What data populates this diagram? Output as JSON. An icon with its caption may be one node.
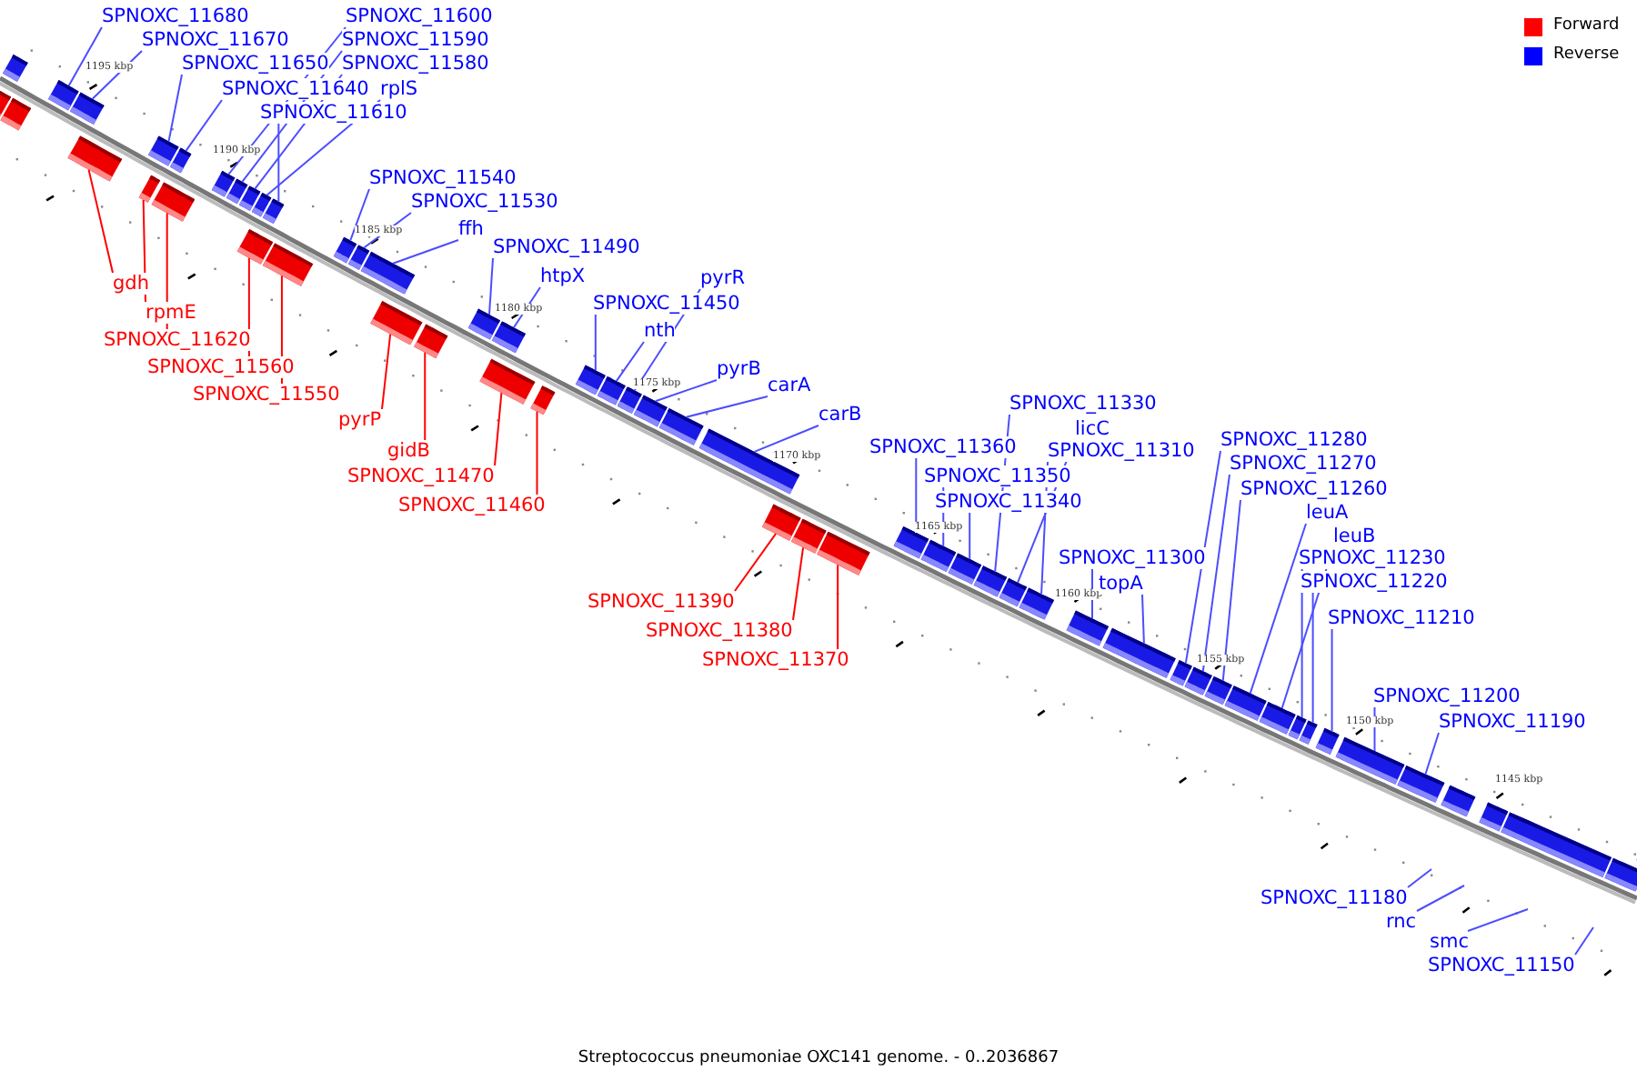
{
  "diagram": {
    "caption": "Streptococcus pneumoniae OXC141 genome. - 0..2036867",
    "nodes": [
      {
        "text": [],
        "shape": "bar"
      },
      {
        "text": [],
        "shape": "bar"
      },
      {
        "text": [],
        "shape": "bar"
      },
      {
        "text": [
          "SPNOXC_11680"
        ]
      },
      {
        "text": [],
        "shape": "bar"
      },
      {
        "text": [
          "SPNOXC_11670"
        ]
      },
      {
        "text": [],
        "shape": "bar"
      },
      {
        "text": [
          "gdh"
        ]
      },
      {
        "text": [],
        "shape": "bar"
      },
      {
        "text": [
          "SPNOXC_11650"
        ]
      },
      {
        "text": [],
        "shape": "bar"
      },
      {
        "text": [
          "rpmE"
        ]
      },
      {
        "text": [],
        "shape": "bar"
      },
      {
        "text": [
          "SPNOXC_11640"
        ]
      },
      {
        "text": [],
        "shape": "bar"
      },
      {
        "text": [
          "SPNOXC_11620"
        ]
      },
      {
        "text": [],
        "shape": "bar"
      },
      {
        "text": [
          "SPNOXC_11600"
        ]
      },
      {
        "text": [],
        "shape": "bar"
      },
      {
        "text": [
          "SPNOXC_11590"
        ]
      },
      {
        "text": [],
        "shape": "bar"
      },
      {
        "text": [
          "SPNOXC_11580"
        ]
      },
      {
        "text": [],
        "shape": "bar"
      },
      {
        "text": [
          "rplS"
        ]
      },
      {
        "text": [],
        "shape": "bar"
      },
      {
        "text": [
          "SPNOXC_11610"
        ]
      },
      {
        "text": [],
        "shape": "bar"
      },
      {
        "text": [
          "SPNOXC_11560"
        ]
      },
      {
        "text": [],
        "shape": "bar"
      },
      {
        "text": [
          "SPNOXC_11550"
        ]
      },
      {
        "text": [],
        "shape": "bar"
      },
      {
        "text": [
          "SPNOXC_11540"
        ]
      },
      {
        "text": [],
        "shape": "bar"
      },
      {
        "text": [
          "SPNOXC_11530"
        ]
      },
      {
        "text": [],
        "shape": "bar"
      },
      {
        "text": [
          "ffh"
        ]
      },
      {
        "text": [],
        "shape": "bar"
      },
      {
        "text": [
          "pyrP"
        ]
      },
      {
        "text": [],
        "shape": "bar"
      },
      {
        "text": [
          "gidB"
        ]
      },
      {
        "text": [],
        "shape": "bar"
      },
      {
        "text": [
          "SPNOXC_11490"
        ]
      },
      {
        "text": [],
        "shape": "bar"
      },
      {
        "text": [
          "htpX"
        ]
      },
      {
        "text": [],
        "shape": "bar"
      },
      {
        "text": [
          "SPNOXC_11470"
        ]
      },
      {
        "text": [],
        "shape": "bar"
      },
      {
        "text": [
          "SPNOXC_11460"
        ]
      },
      {
        "text": [],
        "shape": "bar"
      },
      {
        "text": [
          "SPNOXC_11450"
        ]
      },
      {
        "text": [],
        "shape": "bar"
      },
      {
        "text": [
          "nth"
        ]
      },
      {
        "text": [],
        "shape": "bar"
      },
      {
        "text": [
          "pyrR"
        ]
      },
      {
        "text": [],
        "shape": "bar"
      },
      {
        "text": [
          "pyrB"
        ]
      },
      {
        "text": [],
        "shape": "bar"
      },
      {
        "text": [
          "carA"
        ]
      },
      {
        "text": [],
        "shape": "bar"
      },
      {
        "text": [
          "carB"
        ]
      },
      {
        "text": [],
        "shape": "bar"
      },
      {
        "text": [
          "SPNOXC_11390"
        ]
      },
      {
        "text": [],
        "shape": "bar"
      },
      {
        "text": [
          "SPNOXC_11380"
        ]
      },
      {
        "text": [],
        "shape": "bar"
      },
      {
        "text": [
          "SPNOXC_11370"
        ]
      },
      {
        "text": [],
        "shape": "bar"
      },
      {
        "text": [
          "SPNOXC_11360"
        ]
      },
      {
        "text": [],
        "shape": "bar"
      },
      {
        "text": [
          "SPNOXC_11350"
        ]
      },
      {
        "text": [],
        "shape": "bar"
      },
      {
        "text": [
          "SPNOXC_11340"
        ]
      },
      {
        "text": [],
        "shape": "bar"
      },
      {
        "text": [
          "SPNOXC_11330"
        ]
      },
      {
        "text": [],
        "shape": "bar"
      },
      {
        "text": [
          "licC"
        ]
      },
      {
        "text": [],
        "shape": "bar"
      },
      {
        "text": [
          "SPNOXC_11310"
        ]
      },
      {
        "text": [],
        "shape": "bar"
      },
      {
        "text": [
          "SPNOXC_11300"
        ]
      },
      {
        "text": [],
        "shape": "bar"
      },
      {
        "text": [
          "topA"
        ]
      },
      {
        "text": [],
        "shape": "bar"
      },
      {
        "text": [
          "SPNOXC_11280"
        ]
      },
      {
        "text": [],
        "shape": "bar"
      },
      {
        "text": [
          "SPNOXC_11270"
        ]
      },
      {
        "text": [],
        "shape": "bar"
      },
      {
        "text": [
          "SPNOXC_11260"
        ]
      },
      {
        "text": [],
        "shape": "bar"
      },
      {
        "text": [
          "leuA"
        ]
      },
      {
        "text": [],
        "shape": "bar"
      },
      {
        "text": [
          "leuB"
        ]
      },
      {
        "text": [],
        "shape": "bar"
      },
      {
        "text": [
          "SPNOXC_11230"
        ]
      },
      {
        "text": [],
        "shape": "bar"
      },
      {
        "text": [
          "SPNOXC_11220"
        ]
      },
      {
        "text": [],
        "shape": "bar"
      },
      {
        "text": [
          "SPNOXC_11210"
        ]
      },
      {
        "text": [],
        "shape": "bar"
      },
      {
        "text": [
          "SPNOXC_11200"
        ]
      },
      {
        "text": [],
        "shape": "bar"
      },
      {
        "text": [
          "SPNOXC_11190"
        ]
      },
      {
        "text": [],
        "shape": "bar"
      },
      {
        "text": [],
        "shape": "bar"
      },
      {
        "text": [],
        "shape": "bar"
      },
      {
        "text": [],
        "shape": "bar"
      },
      {
        "text": [],
        "shape": "bar"
      },
      {
        "text": [
          "SPNOXC_11180"
        ]
      },
      {
        "text": [
          "rnc"
        ]
      },
      {
        "text": [
          "smc"
        ]
      },
      {
        "text": [
          "SPNOXC_11150"
        ]
      }
    ],
    "edges": [
      {
        "from": 3,
        "to": 4,
        "arrow": "none"
      },
      {
        "from": 5,
        "to": 6,
        "arrow": "none"
      },
      {
        "from": 7,
        "to": 8,
        "arrow": "none",
        "color": "#ff0000"
      },
      {
        "from": 9,
        "to": 10,
        "arrow": "none"
      },
      {
        "from": 11,
        "to": 12,
        "arrow": "none",
        "color": "#ff0000"
      },
      {
        "from": 13,
        "to": 14,
        "arrow": "none"
      },
      {
        "from": 15,
        "to": 16,
        "arrow": "none",
        "color": "#ff0000"
      },
      {
        "from": 17,
        "to": 18,
        "arrow": "none"
      },
      {
        "from": 19,
        "to": 20,
        "arrow": "none"
      },
      {
        "from": 21,
        "to": 22,
        "arrow": "none"
      },
      {
        "from": 23,
        "to": 24,
        "arrow": "none"
      },
      {
        "from": 25,
        "to": 26,
        "arrow": "none"
      },
      {
        "from": 27,
        "to": 28,
        "arrow": "none",
        "color": "#ff0000"
      },
      {
        "from": 29,
        "to": 30,
        "arrow": "none",
        "color": "#ff0000"
      },
      {
        "from": 31,
        "to": 32,
        "arrow": "none"
      },
      {
        "from": 33,
        "to": 34,
        "arrow": "none"
      },
      {
        "from": 35,
        "to": 36,
        "arrow": "none"
      },
      {
        "from": 37,
        "to": 38,
        "arrow": "none",
        "color": "#ff0000"
      },
      {
        "from": 39,
        "to": 40,
        "arrow": "none",
        "color": "#ff0000"
      },
      {
        "from": 41,
        "to": 42,
        "arrow": "none"
      },
      {
        "from": 43,
        "to": 44,
        "arrow": "none"
      },
      {
        "from": 45,
        "to": 46,
        "arrow": "none",
        "color": "#ff0000"
      },
      {
        "from": 47,
        "to": 48,
        "arrow": "none",
        "color": "#ff0000"
      },
      {
        "from": 49,
        "to": 50,
        "arrow": "none"
      },
      {
        "from": 51,
        "to": 52,
        "arrow": "none"
      },
      {
        "from": 53,
        "to": 54,
        "arrow": "none"
      },
      {
        "from": 55,
        "to": 56,
        "arrow": "none"
      },
      {
        "from": 57,
        "to": 58,
        "arrow": "none"
      },
      {
        "from": 59,
        "to": 60,
        "arrow": "none"
      },
      {
        "from": 61,
        "to": 62,
        "arrow": "none",
        "color": "#ff0000"
      },
      {
        "from": 63,
        "to": 64,
        "arrow": "none",
        "color": "#ff0000"
      },
      {
        "from": 65,
        "to": 66,
        "arrow": "none",
        "color": "#ff0000"
      },
      {
        "from": 67,
        "to": 68,
        "arrow": "none"
      },
      {
        "from": 69,
        "to": 70,
        "arrow": "none"
      },
      {
        "from": 71,
        "to": 72,
        "arrow": "none"
      },
      {
        "from": 73,
        "to": 74,
        "arrow": "none"
      },
      {
        "from": 75,
        "to": 76,
        "arrow": "none"
      },
      {
        "from": 77,
        "to": 78,
        "arrow": "none"
      },
      {
        "from": 79,
        "to": 80,
        "arrow": "none"
      },
      {
        "from": 81,
        "to": 82,
        "arrow": "none"
      },
      {
        "from": 83,
        "to": 84,
        "arrow": "none"
      },
      {
        "from": 85,
        "to": 86,
        "arrow": "none"
      },
      {
        "from": 87,
        "to": 88,
        "arrow": "none"
      },
      {
        "from": 89,
        "to": 90,
        "arrow": "none"
      },
      {
        "from": 91,
        "to": 92,
        "arrow": "none"
      },
      {
        "from": 93,
        "to": 94,
        "arrow": "none"
      },
      {
        "from": 95,
        "to": 96,
        "arrow": "none"
      },
      {
        "from": 97,
        "to": 98,
        "arrow": "none"
      },
      {
        "from": 99,
        "to": 100,
        "arrow": "none"
      },
      {
        "from": 101,
        "to": 102,
        "arrow": "none"
      },
      {
        "from": 107,
        "to": null,
        "arrow": "none"
      },
      {
        "from": 108,
        "to": null,
        "arrow": "none"
      },
      {
        "from": 109,
        "to": null,
        "arrow": "none"
      },
      {
        "from": 110,
        "to": null,
        "arrow": "none"
      }
    ],
    "labels": [
      "1195 kbp",
      "1190 kbp",
      "1185 kbp",
      "1180 kbp",
      "1175 kbp",
      "1170 kbp",
      "1165 kbp",
      "1160 kbp",
      "1155 kbp",
      "1150 kbp",
      "1145 kbp"
    ],
    "legend": [
      {
        "text": "Forward",
        "color": "#ff0000"
      },
      {
        "text": "Reverse",
        "color": "#0000ff"
      }
    ]
  }
}
